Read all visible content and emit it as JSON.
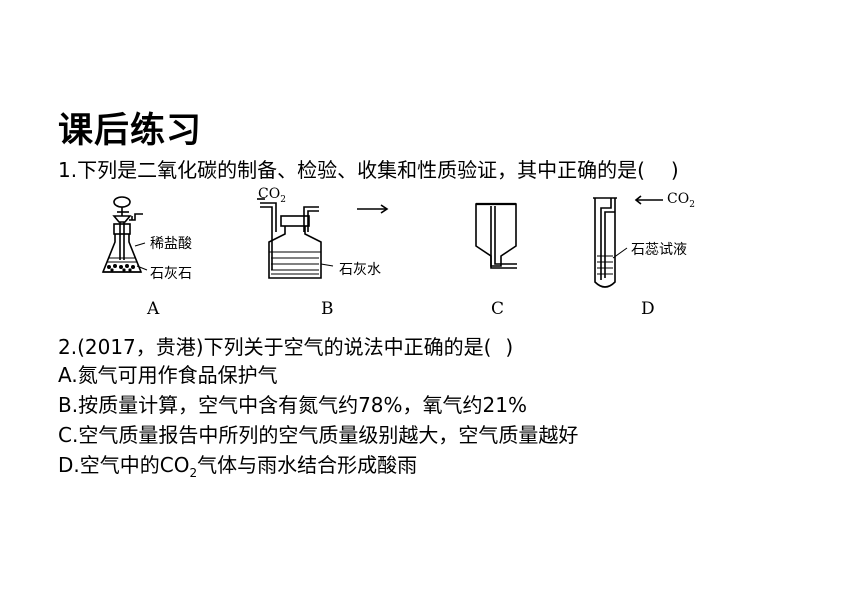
{
  "slide": {
    "title": "课后练习",
    "q1": {
      "text": "1.下列是二氧化碳的制备、检验、收集和性质验证，其中正确的是(",
      "close": ")"
    },
    "apparatus": {
      "a": {
        "letter": "A",
        "label_acid": "稀盐酸",
        "label_stone": "石灰石"
      },
      "b": {
        "letter": "B",
        "gas": "CO",
        "gas_sub": "2",
        "label": "石灰水"
      },
      "c": {
        "letter": "C"
      },
      "d": {
        "letter": "D",
        "gas": "CO",
        "gas_sub": "2",
        "label": "石蕊试液"
      }
    },
    "q2": {
      "stem": "2.(2017，贵港)下列关于空气的说法中正确的是(",
      "close": ")",
      "option_a": "A.氮气可用作食品保护气",
      "option_b": "B.按质量计算，空气中含有氮气约78%，氧气约21%",
      "option_c": "C.空气质量报告中所列的空气质量级别越大，空气质量越好",
      "option_d_prefix": "D.空气中的CO",
      "option_d_sub": "2",
      "option_d_suffix": "气体与雨水结合形成酸雨"
    }
  }
}
